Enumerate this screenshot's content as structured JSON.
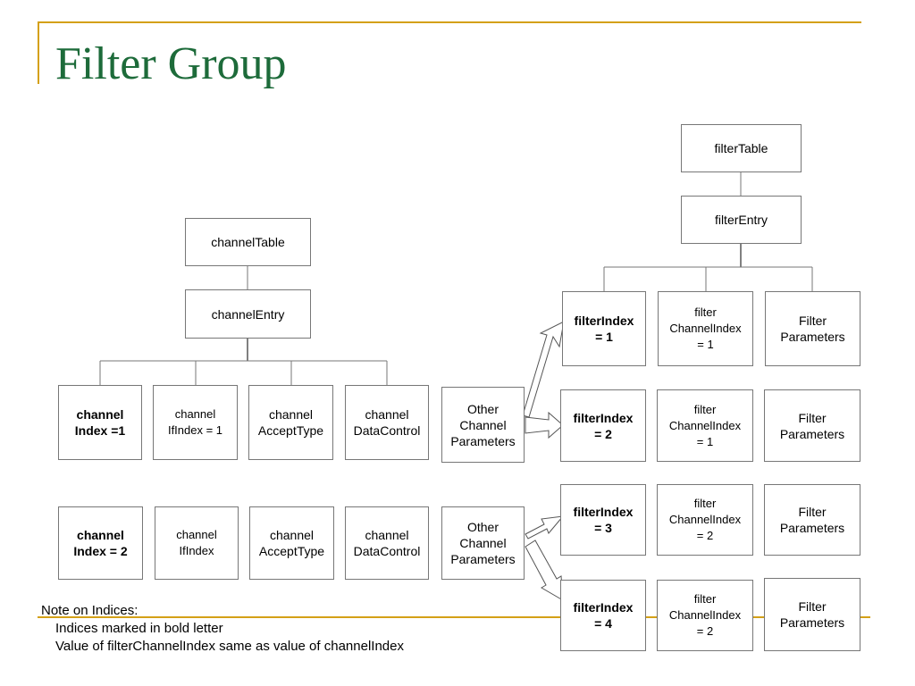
{
  "title": "Filter Group",
  "channel": {
    "table": "channelTable",
    "entry": "channelEntry",
    "row1": [
      [
        "channel",
        "Index =1"
      ],
      [
        "channel",
        "IfIndex = 1"
      ],
      [
        "channel",
        "AcceptType"
      ],
      [
        "channel",
        "DataControl"
      ],
      [
        "Other",
        "Channel",
        "Parameters"
      ]
    ],
    "row2": [
      [
        "channel",
        "Index = 2"
      ],
      [
        "channel",
        "IfIndex"
      ],
      [
        "channel",
        "AcceptType"
      ],
      [
        "channel",
        "DataControl"
      ],
      [
        "Other",
        "Channel",
        "Parameters"
      ]
    ]
  },
  "filter": {
    "table": "filterTable",
    "entry": "filterEntry",
    "rows": [
      {
        "index": [
          "filterIndex",
          "= 1"
        ],
        "channelIndex": [
          "filter",
          "ChannelIndex",
          "= 1"
        ],
        "params": [
          "Filter",
          "Parameters"
        ]
      },
      {
        "index": [
          "filterIndex",
          "= 2"
        ],
        "channelIndex": [
          "filter",
          "ChannelIndex",
          "= 1"
        ],
        "params": [
          "Filter",
          "Parameters"
        ]
      },
      {
        "index": [
          "filterIndex",
          "= 3"
        ],
        "channelIndex": [
          "filter",
          "ChannelIndex",
          "= 2"
        ],
        "params": [
          "Filter",
          "Parameters"
        ]
      },
      {
        "index": [
          "filterIndex",
          "= 4"
        ],
        "channelIndex": [
          "filter",
          "ChannelIndex",
          "= 2"
        ],
        "params": [
          "Filter",
          "Parameters"
        ]
      }
    ]
  },
  "notes": {
    "heading": "Note on Indices:",
    "line1": "Indices marked in bold letter",
    "line2": "Value of filterChannelIndex same as value of channelIndex"
  },
  "colors": {
    "title": "#1d6b3a",
    "rule": "#d4a017",
    "border": "#777777"
  }
}
